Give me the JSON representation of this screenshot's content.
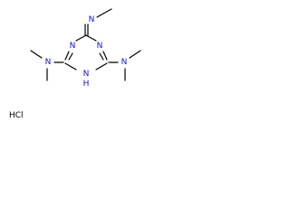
{
  "molecule": {
    "atom_labels": {
      "n_top": "N",
      "n_ring_left": "N",
      "n_ring_right": "N",
      "n_left": "N",
      "n_right": "N",
      "nh_ring": "N",
      "h_ring": "H"
    },
    "salt_label": "HCl",
    "colors": {
      "nitrogen": "#1010e0",
      "bond": "#000000",
      "text": "#000000"
    }
  }
}
